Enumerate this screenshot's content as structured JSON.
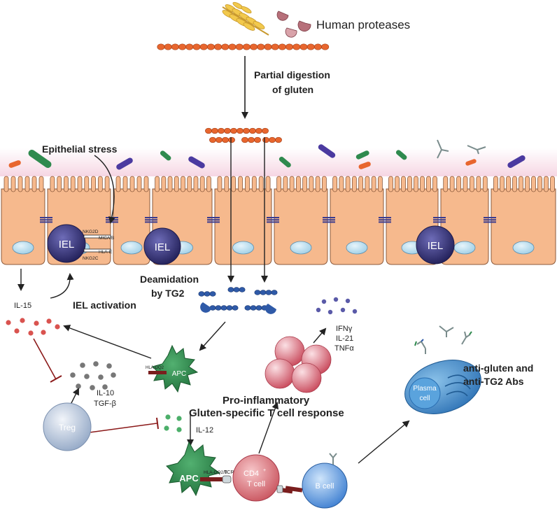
{
  "labels": {
    "human_proteases": "Human proteases",
    "partial_digestion_line1": "Partial digestion",
    "partial_digestion_line2": "of gluten",
    "epithelial_stress": "Epithelial stress",
    "iel": "IEL",
    "nkg2d": "NKG2D",
    "mica_b": "MICA/B",
    "hla_e": "HLA-E",
    "nkg2c": "NKG2C",
    "il15": "IL-15",
    "iel_activation": "IEL activation",
    "deamidation_line1": "Deamidation",
    "deamidation_line2": "by TG2",
    "ifng": "IFNγ",
    "il21": "IL-21",
    "tnfa": "TNFα",
    "il10": "IL-10",
    "tgfb": "TGF-β",
    "apc": "APC",
    "hla_dq2": "HLA-DQ2",
    "treg": "Treg",
    "il12": "IL-12",
    "pro_inflammatory": "Pro-inflammatory",
    "gluten_specific": "Gluten-specific T cell response",
    "anti_abs_line1": "anti-gluten and",
    "anti_abs_line2": "anti-TG2 Abs",
    "plasma_line1": "Plasma",
    "plasma_line2": "cell",
    "hla_dq28": "HLA-DQ2/8",
    "tcr": "TCR",
    "cd4_line1": "CD4",
    "cd4_sup": "+",
    "cd4_line2": "T cell",
    "b_cell": "B cell"
  },
  "colors": {
    "gluten_peptide": "#e8662e",
    "deamidated_peptide": "#2f5aa8",
    "epithelium": "#f6b98d",
    "epithelium_outline": "#8c5a3c",
    "mucus": "#f7dbe6",
    "iel": "#35337a",
    "apc": "#2f8a4e",
    "cd4_tcell": "#d9666f",
    "b_cell": "#3d7fd0",
    "plasma_cell": "#3a86c9",
    "treg": "#a9bcd6",
    "il15_dots": "#d9534f",
    "il10_dots": "#888888",
    "il12_dots": "#4caf6a",
    "inhibition": "#8b1a1a",
    "protease": "#b7707a"
  }
}
